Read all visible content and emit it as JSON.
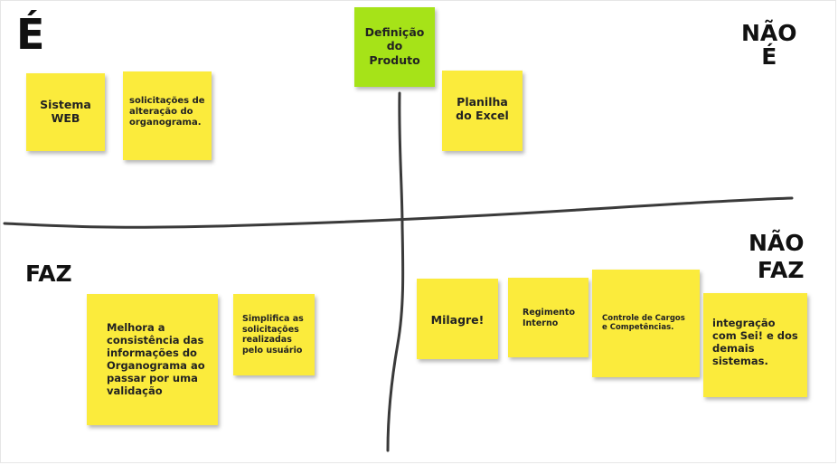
{
  "board": {
    "quadrant_labels": {
      "e": "É",
      "nao_e": "NÃO\nÉ",
      "faz": "FAZ",
      "nao_faz": "NÃO\nFAZ"
    },
    "center_note": "Definição\ndo\nProduto",
    "notes": {
      "sistema_web": "Sistema\nWEB",
      "solicitacoes": "solicitações de\nalteração do\norganograma.",
      "planilha_excel": "Planilha\ndo Excel",
      "melhora": "Melhora a\nconsistência das\ninformações do\nOrganograma ao\npassar por uma\nvalidação",
      "simplifica": "Simplifica as\nsolicitações\nrealizadas\npelo usuário",
      "milagre": "Milagre!",
      "regimento": "Regimento\nInterno",
      "controle": "Controle de Cargos\ne Competências.",
      "integracao": "integração\ncom Sei! e dos\ndemais\nsistemas."
    },
    "colors": {
      "sticky_yellow": "#fbeb3c",
      "sticky_green": "#a6e318",
      "axis_line": "#3a3a3a"
    }
  }
}
